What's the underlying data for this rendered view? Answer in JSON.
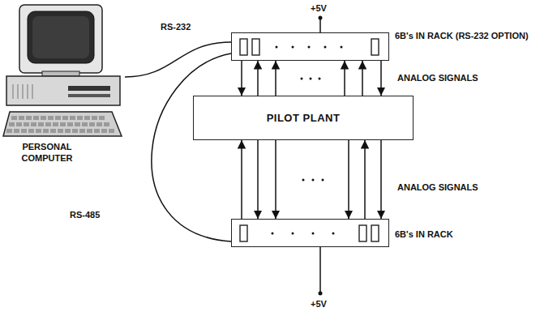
{
  "diagram": {
    "nodes": [
      {
        "text": [
          "PERSONAL COMPUTER"
        ]
      },
      {
        "text": [
          "6B's IN RACK (RS-232 OPTION)"
        ]
      },
      {
        "text": [
          "PILOT PLANT"
        ]
      },
      {
        "text": [
          "6B's IN RACK"
        ]
      }
    ],
    "edges": [
      {
        "from": 0,
        "to": 1,
        "label": "RS-232",
        "arrow": "none"
      },
      {
        "from": 1,
        "to": 3,
        "label": "RS-485",
        "arrow": "none"
      },
      {
        "from": 1,
        "to": 2,
        "arrow": "to"
      },
      {
        "from": 2,
        "to": 1,
        "arrow": "to"
      },
      {
        "from": 2,
        "to": 1,
        "arrow": "to"
      },
      {
        "from": 2,
        "to": 1,
        "arrow": "to"
      },
      {
        "from": 2,
        "to": 1,
        "arrow": "to"
      },
      {
        "from": 1,
        "to": 2,
        "arrow": "to"
      },
      {
        "from": 3,
        "to": 2,
        "arrow": "to"
      },
      {
        "from": 2,
        "to": 3,
        "arrow": "to"
      },
      {
        "from": 2,
        "to": 3,
        "arrow": "to"
      },
      {
        "from": 2,
        "to": 3,
        "arrow": "to"
      },
      {
        "from": 3,
        "to": 2,
        "arrow": "to"
      },
      {
        "from": 2,
        "to": 3,
        "arrow": "to"
      }
    ],
    "labels": [
      "+5V",
      "ANALOG SIGNALS",
      "ANALOG SIGNALS",
      "+5V"
    ]
  }
}
